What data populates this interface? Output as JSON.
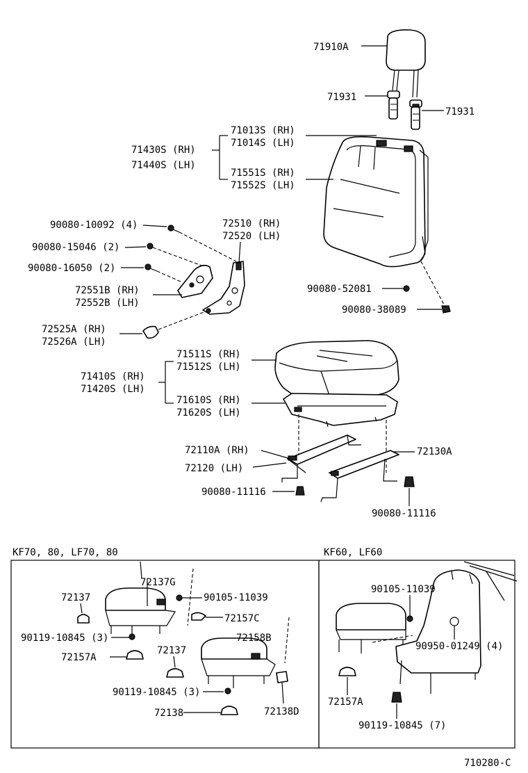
{
  "labels": {
    "headrest": "71910A",
    "support_left": "71931",
    "support_right": "71931",
    "back_group_rh": "71430S (RH)",
    "back_group_lh": "71440S (LH)",
    "back_frame_rh": "71013S (RH)",
    "back_frame_lh": "71014S (LH)",
    "back_cover_rh": "71551S (RH)",
    "back_cover_lh": "71552S (LH)",
    "bolt_10092": "90080-10092 (4)",
    "bolt_15046": "90080-15046 (2)",
    "bolt_16050": "90080-16050 (2)",
    "hinge_rh": "72510 (RH)",
    "hinge_lh": "72520 (LH)",
    "cover_b_rh": "72551B (RH)",
    "cover_b_lh": "72552B (LH)",
    "cover_a_rh": "72525A (RH)",
    "cover_a_lh": "72526A (LH)",
    "bolt_52081": "90080-52081",
    "bolt_38089": "90080-38089",
    "cushion_group_rh": "71410S (RH)",
    "cushion_group_lh": "71420S (LH)",
    "cushion_cover_rh": "71511S (RH)",
    "cushion_cover_lh": "71512S (LH)",
    "cushion_frame_rh": "71610S (RH)",
    "cushion_frame_lh": "71620S (LH)",
    "adjuster_rh": "72110A (RH)",
    "adjuster_lh": "72120 (LH)",
    "adjuster_right": "72130A",
    "bolt_11116_left": "90080-11116",
    "bolt_11116_right": "90080-11116",
    "diagram_code": "710280-C"
  },
  "panel_left": {
    "title": "KF70, 80, LF70, 80",
    "labels": {
      "part_72137g": "72137G",
      "part_72137_a": "72137",
      "bolt_11039": "90105-11039",
      "part_72157c": "72157C",
      "bolt_10845_a": "90119-10845 (3)",
      "part_72158b": "72158B",
      "part_72157a": "72157A",
      "part_72137_b": "72137",
      "bolt_10845_b": "90119-10845 (3)",
      "part_72138": "72138",
      "part_72138d": "72138D"
    }
  },
  "panel_right": {
    "title": "KF60, LF60",
    "labels": {
      "bolt_11039": "90105-11039",
      "bolt_01249": "90950-01249 (4)",
      "part_72157a": "72157A",
      "bolt_10845": "90119-10845 (7)"
    }
  }
}
